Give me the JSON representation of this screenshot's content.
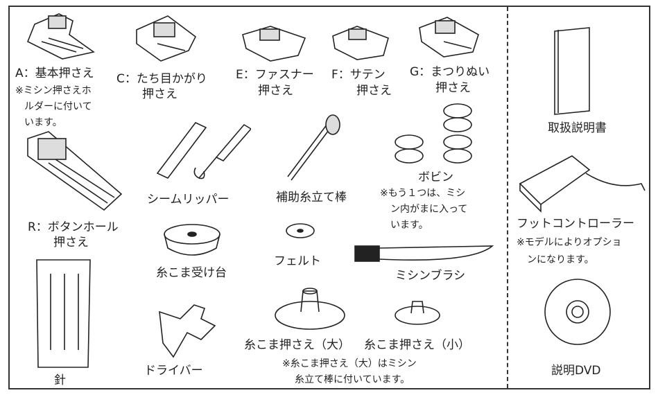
{
  "items": {
    "foot_a": {
      "label": "A：基本押さえ",
      "note": [
        "※ミシン押さえホ",
        "ルダーに付いて",
        "います。"
      ]
    },
    "foot_c": {
      "label": [
        "C：たち目かがり",
        "押さえ"
      ]
    },
    "foot_e": {
      "label": [
        "E：ファスナー",
        "押さえ"
      ]
    },
    "foot_f": {
      "label": [
        "F：サテン",
        "押さえ"
      ]
    },
    "foot_g": {
      "label": [
        "G：まつりぬい",
        "押さえ"
      ]
    },
    "foot_r": {
      "label": [
        "R：ボタンホール",
        "押さえ"
      ]
    },
    "seam_ripper": {
      "label": "シームリッパー"
    },
    "spool_pin": {
      "label": "補助糸立て棒"
    },
    "bobbin": {
      "label": "ボビン",
      "note": [
        "※もう１つは、ミシ",
        "ン内がまに入って",
        "います。"
      ]
    },
    "spool_stand": {
      "label": "糸こま受け台"
    },
    "felt": {
      "label": "フェルト"
    },
    "brush": {
      "label": "ミシンブラシ"
    },
    "needles": {
      "label": "針"
    },
    "screwdriver": {
      "label": "ドライバー"
    },
    "spool_cap_large": {
      "label": "糸こま押さえ（大）"
    },
    "spool_cap_small": {
      "label": "糸こま押さえ（小）"
    },
    "spool_cap_note": [
      "※糸こま押さえ（大）はミシン",
      "糸立て棒に付いています。"
    ],
    "manual": {
      "label": "取扱説明書"
    },
    "foot_controller": {
      "label": "フットコントローラー",
      "note": [
        "※モデルによりオプショ",
        "ンになります。"
      ]
    },
    "dvd": {
      "label": "説明DVD"
    }
  }
}
